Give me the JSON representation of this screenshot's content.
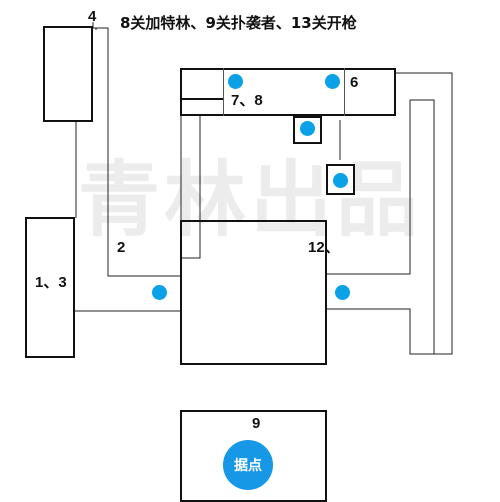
{
  "map": {
    "title": "8关加特林、9关扑袭者、13关开枪",
    "watermark": "青林出品",
    "labels": {
      "room_4": "4",
      "room_1_3": "1、3",
      "label_2": "2",
      "label_6": "6",
      "label_7_8": "7、8",
      "label_12": "12、",
      "room_9": "9"
    },
    "stronghold": "据点",
    "marker_color": "#0ba1e6"
  }
}
